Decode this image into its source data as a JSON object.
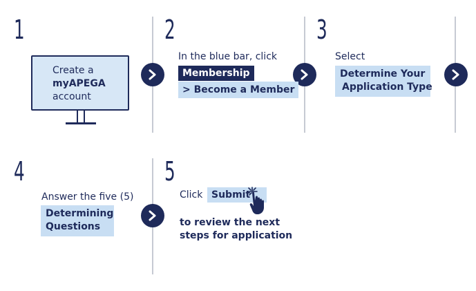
{
  "steps": [
    {
      "number": "1",
      "lines": [
        "Create a",
        "myAPEGA",
        "account"
      ]
    },
    {
      "number": "2",
      "intro": "In the blue bar, click",
      "highlight_dark": "Membership",
      "highlight_light": "> Become a Member"
    },
    {
      "number": "3",
      "intro": "Select",
      "highlight_lines": [
        "Determine Your",
        "Application Type"
      ]
    },
    {
      "number": "4",
      "intro": "Answer the five (5)",
      "highlight_lines": [
        "Determining",
        "Questions"
      ]
    },
    {
      "number": "5",
      "click_label": "Click",
      "button_label": "Submit",
      "outro_lines": [
        "to review the next",
        "steps for application"
      ]
    }
  ],
  "icons": {
    "arrow": "chevron-right-icon",
    "monitor": "monitor-icon",
    "cursor": "pointing-hand-icon"
  },
  "colors": {
    "navy": "#1e2a5a",
    "light_blue": "#c8def3",
    "divider": "#c6cad3"
  }
}
